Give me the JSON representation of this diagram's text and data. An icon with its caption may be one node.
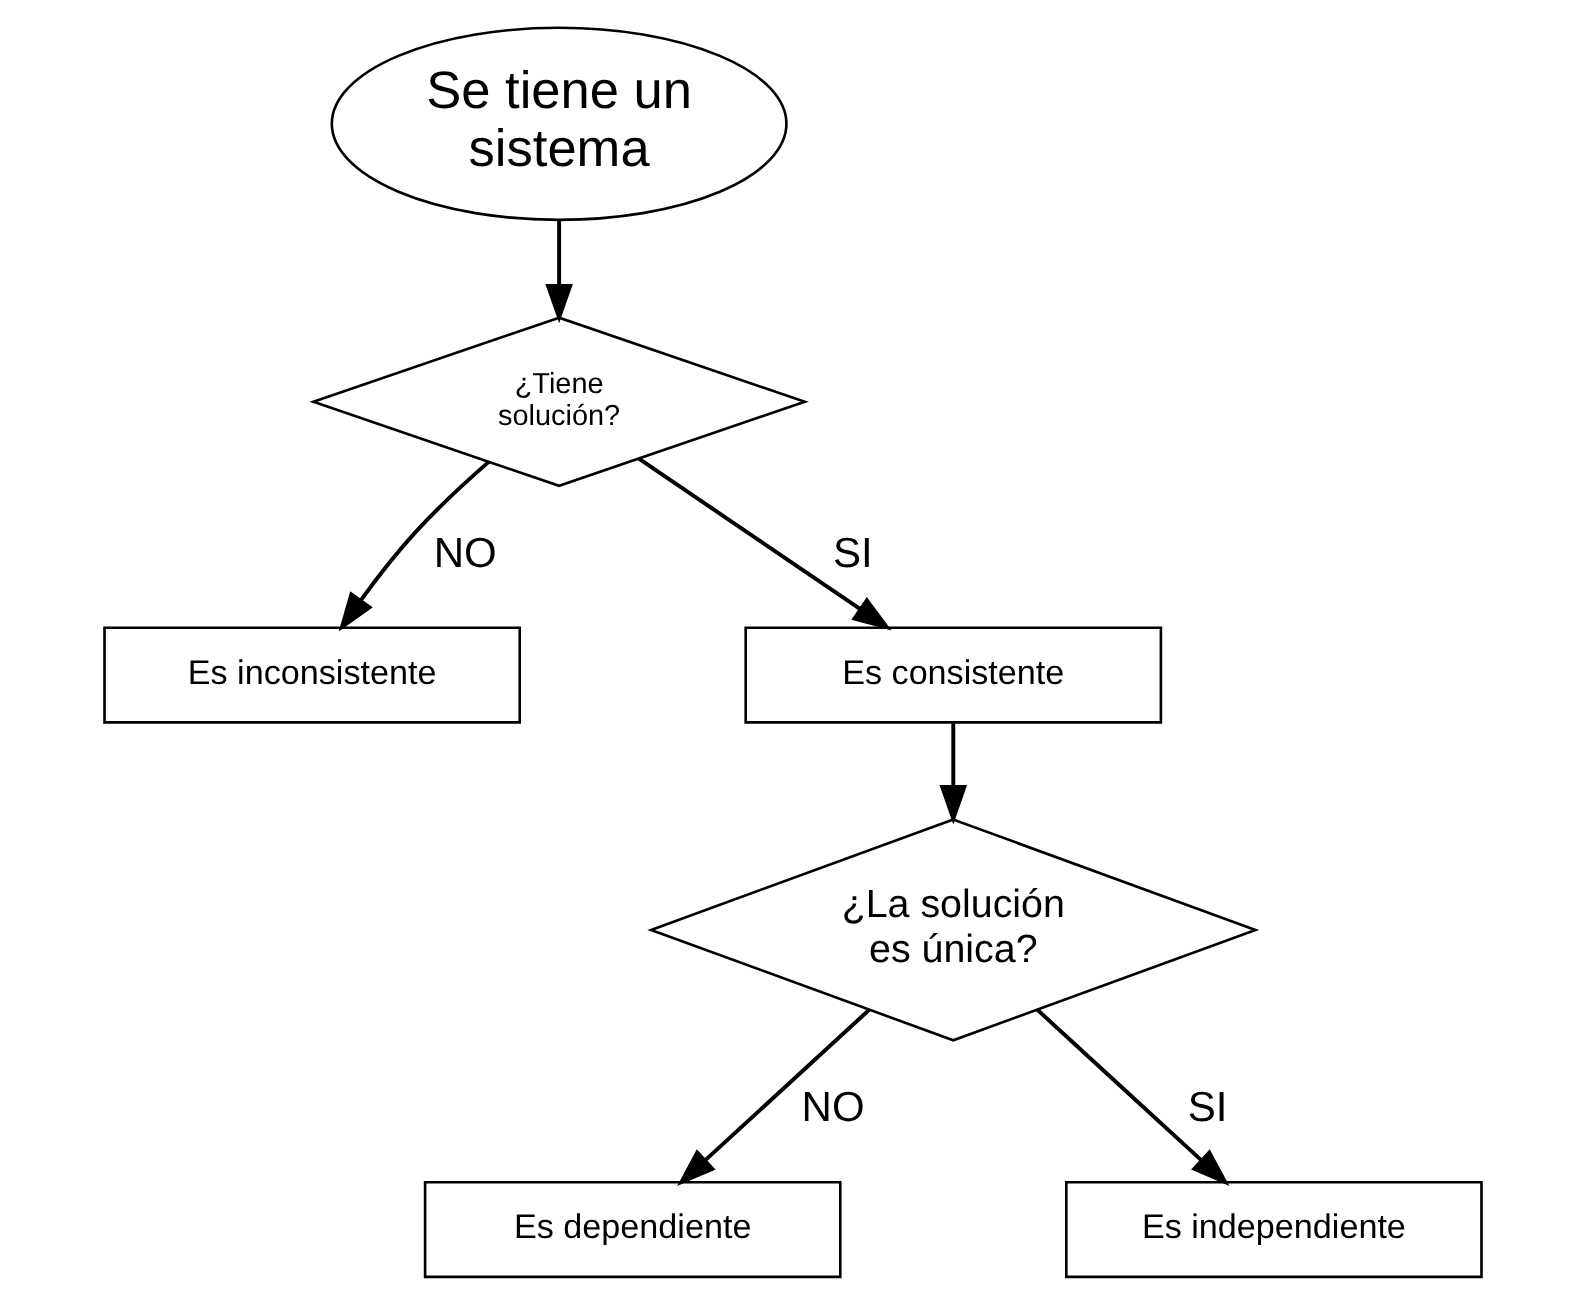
{
  "diagram": {
    "nodes": [
      {
        "text": [
          "Se tiene un sistema"
        ]
      },
      {
        "text": [
          "¿Tiene solución?"
        ]
      },
      {
        "text": [
          "Es inconsistente"
        ]
      },
      {
        "text": [
          "Es consistente"
        ]
      },
      {
        "text": [
          "¿La solución es única?"
        ]
      },
      {
        "text": [
          "Es dependiente"
        ]
      },
      {
        "text": [
          "Es independiente"
        ]
      }
    ],
    "edges": [
      {
        "from": 0,
        "to": 1,
        "arrow": "to"
      },
      {
        "from": 1,
        "to": 2,
        "arrow": "to",
        "label": "NO"
      },
      {
        "from": 1,
        "to": 3,
        "arrow": "to",
        "label": "SI"
      },
      {
        "from": 3,
        "to": 4,
        "arrow": "to"
      },
      {
        "from": 4,
        "to": 5,
        "arrow": "to",
        "label": "NO"
      },
      {
        "from": 4,
        "to": 6,
        "arrow": "to",
        "label": "SI"
      }
    ]
  }
}
